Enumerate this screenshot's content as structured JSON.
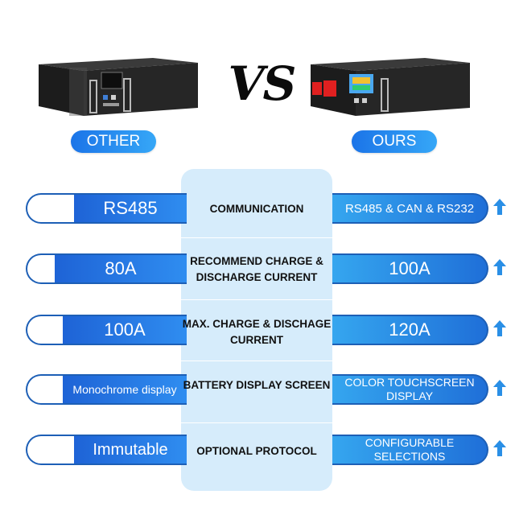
{
  "header": {
    "vs": "VS",
    "left_tag": "OTHER",
    "right_tag": "OURS"
  },
  "colors": {
    "accent": "#1e63d6",
    "accent_light": "#36a7f7",
    "center_panel": "#d6ecfb",
    "outline": "#1d5fb6"
  },
  "rows": [
    {
      "feature": "COMMUNICATION",
      "other": "RS485",
      "ours": "RS485 & CAN & RS232",
      "other_fill": 0.7
    },
    {
      "feature": "RECOMMEND CHARGE & DISCHARGE CURRENT",
      "other": "80A",
      "ours": "100A",
      "other_fill": 0.82
    },
    {
      "feature": "MAX. CHARGE & DISCHAGE CURRENT",
      "other": "100A",
      "ours": "120A",
      "other_fill": 0.77
    },
    {
      "feature": "BATTERY DISPLAY SCREEN",
      "other": "Monochrome display",
      "ours": "COLOR TOUCHSCREEN DISPLAY",
      "other_fill": 0.77
    },
    {
      "feature": "OPTIONAL PROTOCOL",
      "other": "Immutable",
      "ours": "CONFIGURABLE SELECTIONS",
      "other_fill": 0.7
    }
  ],
  "icons": [
    "up-arrow-icon"
  ]
}
